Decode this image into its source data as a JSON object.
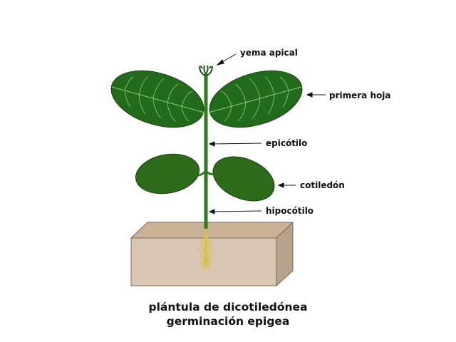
{
  "labels": {
    "yema_apical": "yema apical",
    "primera_hoja": "primera hoja",
    "epicotilo": "epicótilo",
    "cotiledon": "cotiledón",
    "hipocotilo": "hipocótilo"
  },
  "caption": {
    "line1": "plántula de dicotiledónea",
    "line2": "germinación epigea"
  },
  "colors": {
    "leaf": "#226a1c",
    "leaf_vein": "#8ccf7a",
    "cotyledon": "#2d6a1a",
    "stem": "#2e7a1e",
    "root": "#d8c23a",
    "soil_front": "#d9c6b2",
    "soil_top": "#c9b298",
    "soil_side": "#b8a18a",
    "soil_edge": "#7a6a5a"
  }
}
